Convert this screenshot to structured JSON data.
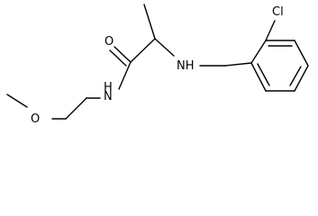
{
  "structure": {
    "atom_labels": {
      "chlorine": "Cl",
      "amine_nh": "NH",
      "carbonyl_oxygen": "O",
      "amide_nh": "NH",
      "n_amide": "N",
      "h_amide": "H",
      "ether_oxygen": "O"
    }
  }
}
